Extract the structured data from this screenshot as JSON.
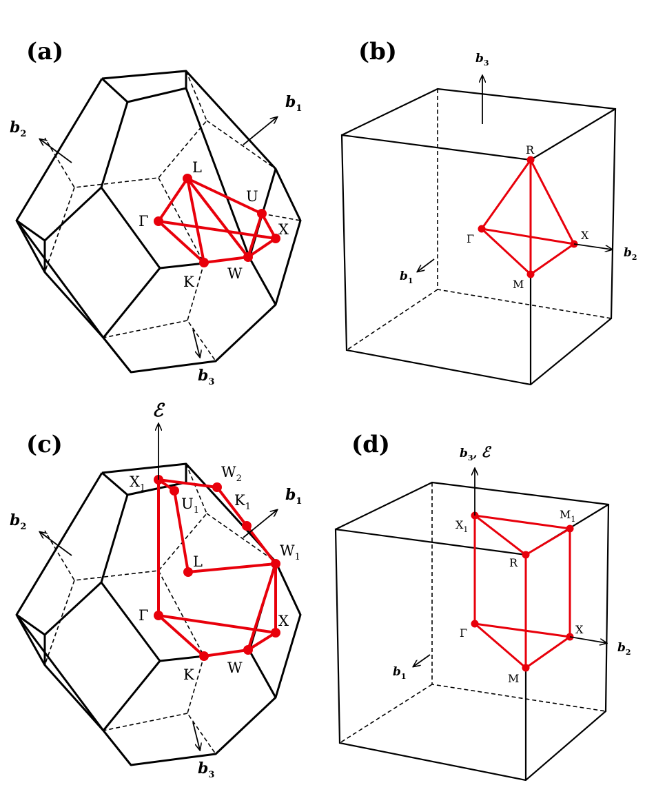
{
  "panels": {
    "a": {
      "label": "(a)",
      "points": {
        "L": "L",
        "U": "U",
        "X": "X",
        "G": "Γ",
        "K": "K",
        "W": "W"
      },
      "vectors": {
        "b1": "b",
        "b1_sub": "1",
        "b2": "b",
        "b2_sub": "2",
        "b3": "b",
        "b3_sub": "3"
      }
    },
    "b": {
      "label": "(b)",
      "points": {
        "R": "R",
        "G": "Γ",
        "X": "X",
        "M": "M"
      },
      "vectors": {
        "b1": "b",
        "b1_sub": "1",
        "b2": "b",
        "b2_sub": "2",
        "b3": "b",
        "b3_sub": "3"
      }
    },
    "c": {
      "label": "(c)",
      "field": "ℰ",
      "points": {
        "X1": "X",
        "X1_sub": "1",
        "W2": "W",
        "W2_sub": "2",
        "U1": "U",
        "U1_sub": "1",
        "K1": "K",
        "K1_sub": "1",
        "L": "L",
        "W1": "W",
        "W1_sub": "1",
        "G": "Γ",
        "X": "X",
        "K": "K",
        "W": "W"
      },
      "vectors": {
        "b1": "b",
        "b1_sub": "1",
        "b2": "b",
        "b2_sub": "2",
        "b3": "b",
        "b3_sub": "3"
      }
    },
    "d": {
      "label": "(d)",
      "b3_field": "b",
      "b3_field_sub": "3",
      "b3_field_sep": ", ",
      "field": "ℰ",
      "points": {
        "X1": "X",
        "X1_sub": "1",
        "M1": "M",
        "M1_sub": "1",
        "R": "R",
        "G": "Γ",
        "X": "X",
        "M": "M"
      },
      "vectors": {
        "b1": "b",
        "b1_sub": "1",
        "b2": "b",
        "b2_sub": "2"
      }
    }
  },
  "colors": {
    "path": "#e8000b",
    "edges": "#000000"
  }
}
